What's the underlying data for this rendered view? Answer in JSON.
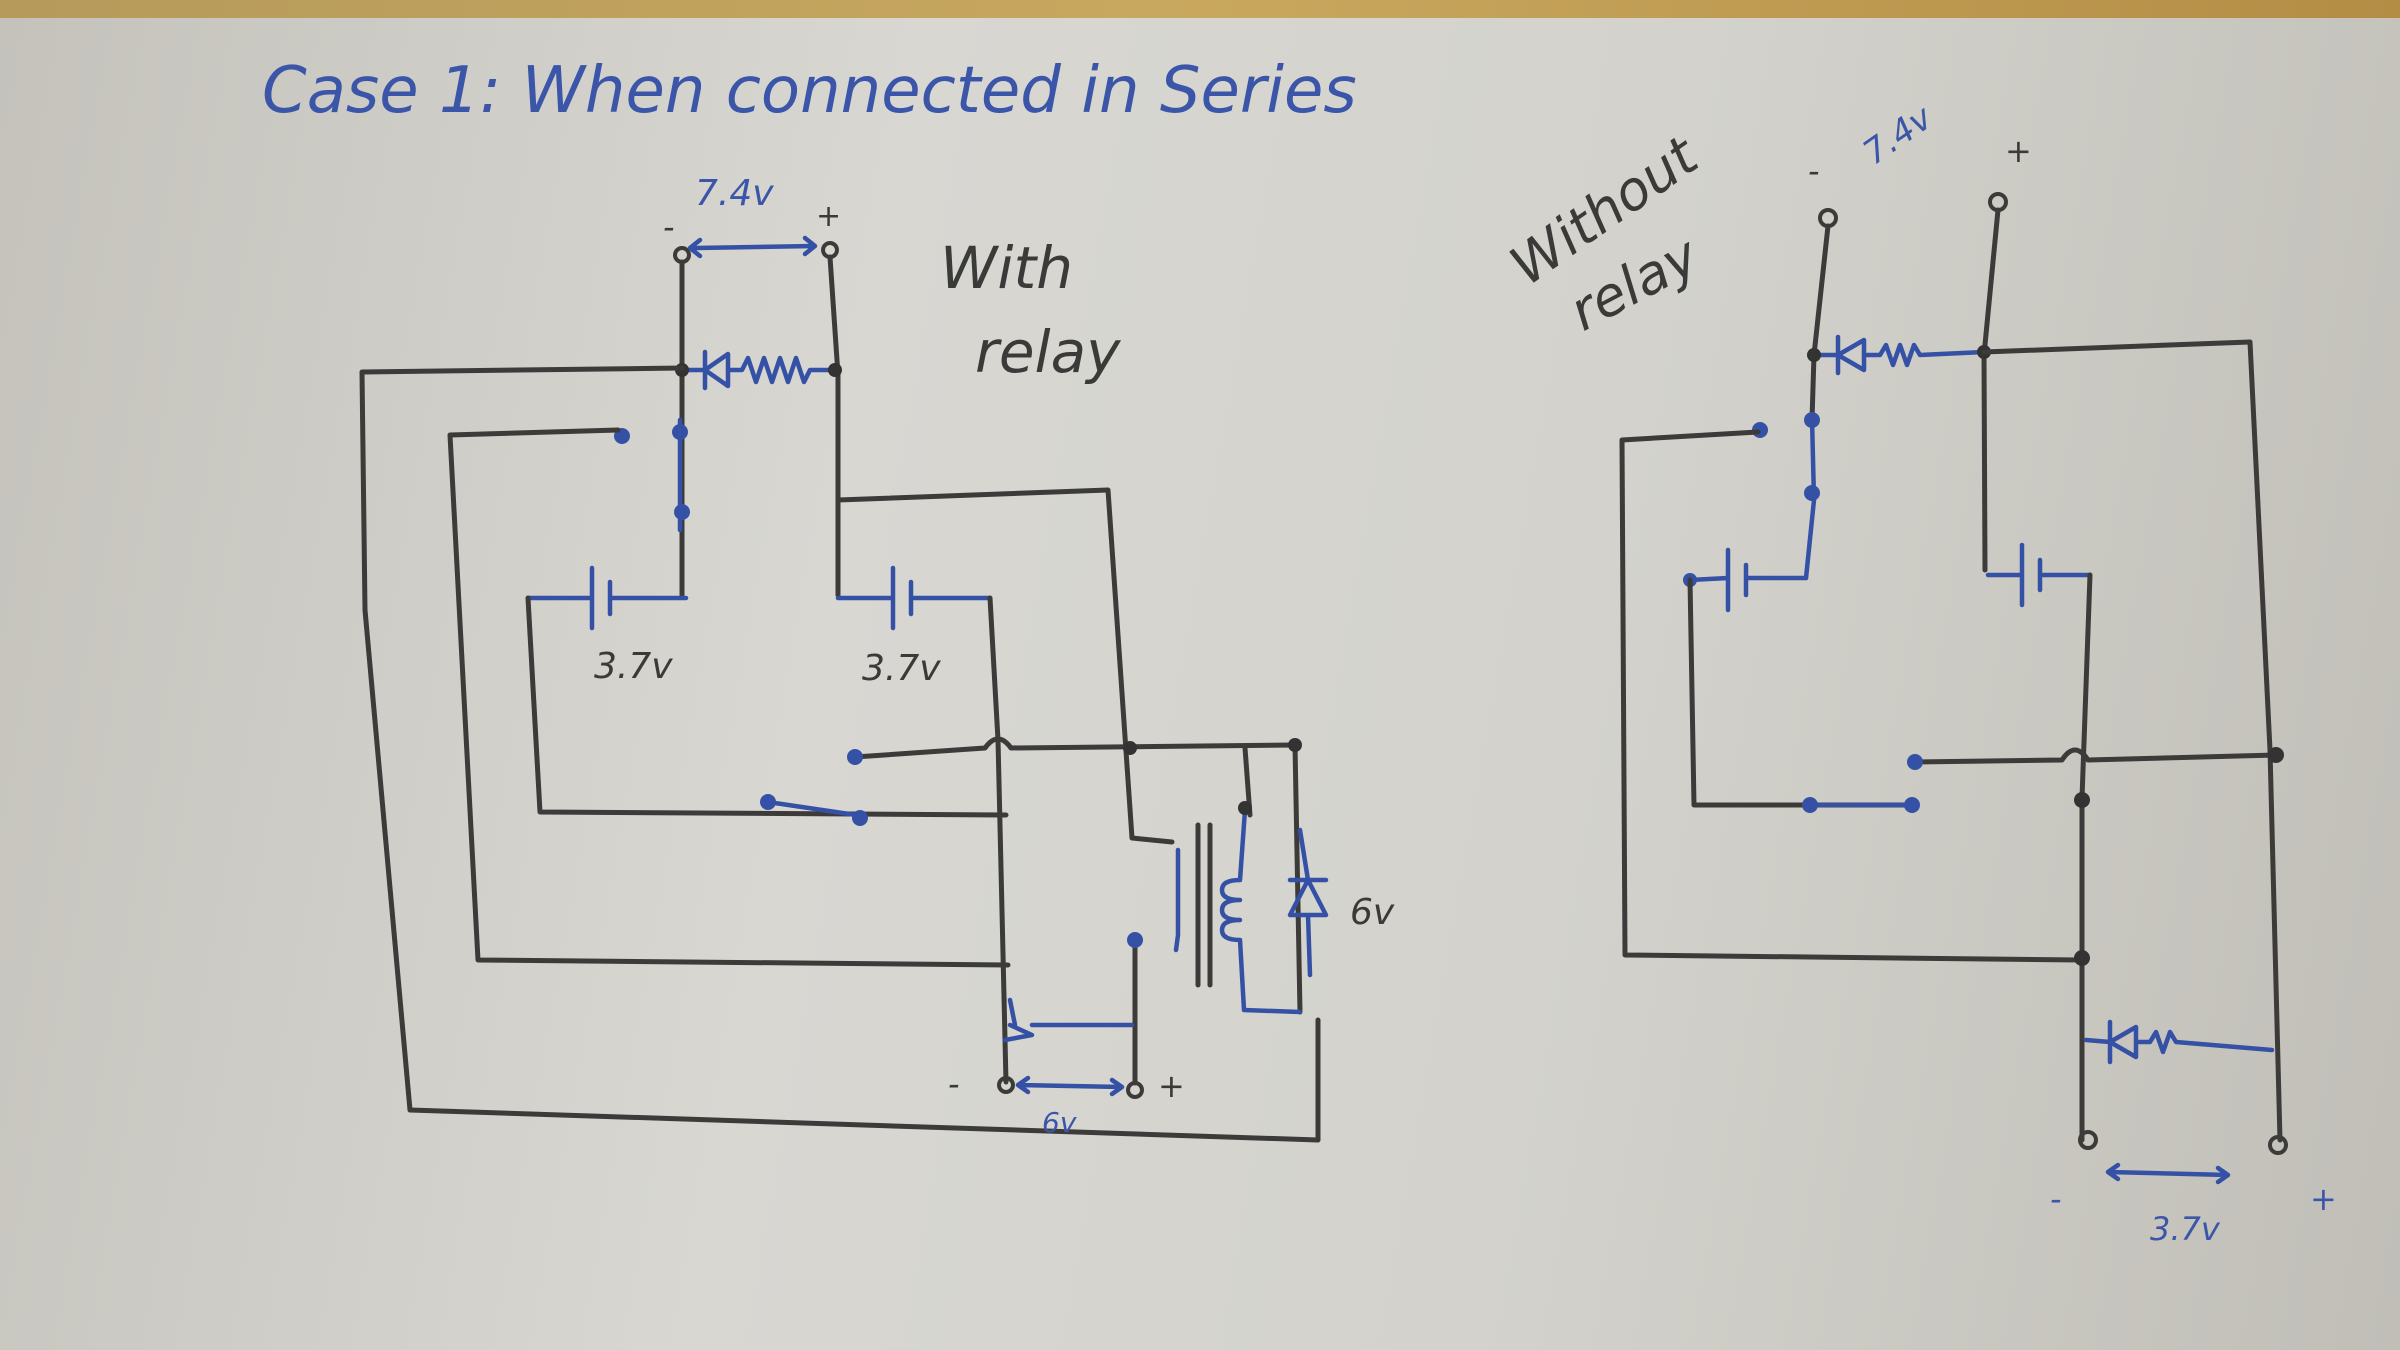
{
  "title": "Case 1: When connected in Series",
  "left_circuit": {
    "label_line1": "With",
    "label_line2": "relay",
    "input_voltage": "7.4v",
    "input_minus": "-",
    "input_plus": "+",
    "cell1_voltage": "3.7v",
    "cell2_voltage": "3.7v",
    "zener_voltage": "6v",
    "output_voltage": "6v",
    "output_minus": "-",
    "output_plus": "+"
  },
  "right_circuit": {
    "label_line1": "Without",
    "label_line2": "relay",
    "input_voltage": "7.4v",
    "input_minus": "-",
    "input_plus": "+",
    "output_voltage": "3.7v",
    "output_minus": "-",
    "output_plus": "+"
  },
  "colors": {
    "ink_blue": "#3b56a8",
    "ink_dark": "#3a3a38",
    "paper": "#d6d5cf"
  }
}
